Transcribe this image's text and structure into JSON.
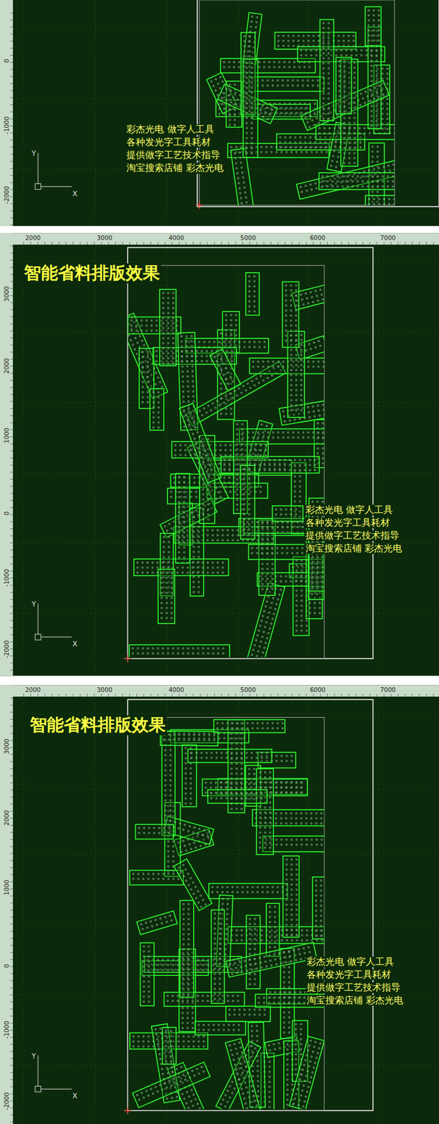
{
  "diagram": {
    "labels": [
      "0",
      "-1000",
      "-2000",
      "彩杰光电 做字人工具",
      "各种发光字工具耗材",
      "提供做字工艺技术指导",
      "淘宝搜索店铺 彩杰光电",
      "Y",
      "X",
      "智能省料排版效果",
      "2000",
      "3000",
      "4000",
      "5000",
      "6000",
      "7000",
      "3000",
      "2000",
      "1000",
      "0",
      "-1000",
      "-2000",
      "彩杰光电 做字人工具",
      "各种发光字工具耗材",
      "提供做字工艺技术指导",
      "淘宝搜索店铺 彩杰光电",
      "Y",
      "X",
      "智能省料排版效果",
      "2000",
      "3000",
      "4000",
      "5000",
      "6000",
      "7000",
      "3000",
      "2000",
      "1000",
      "0",
      "-1000",
      "-2000",
      "彩杰光电 做字人工具",
      "各种发光字工具耗材",
      "提供做字工艺技术指导",
      "淘宝搜索店铺 彩杰光电",
      "Y",
      "X"
    ]
  }
}
